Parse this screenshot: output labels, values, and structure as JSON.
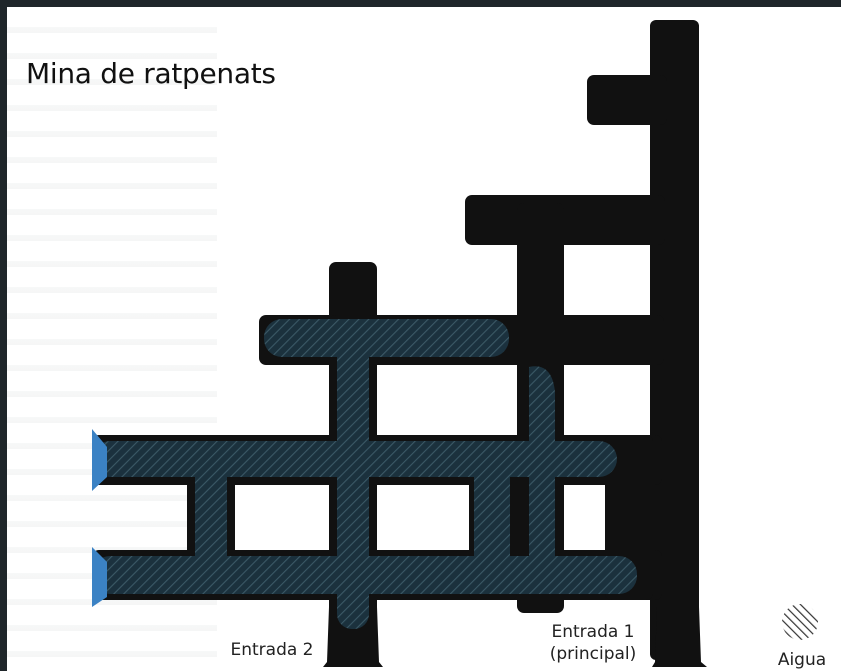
{
  "title": "Mina de ratpenats",
  "entrances": {
    "entrance_2": "Entrada 2",
    "entrance_1_line1": "Entrada 1",
    "entrance_1_line2": "(principal)"
  },
  "legend": {
    "water_label": "Aigua",
    "water_icon": "diagonal-hatch-icon"
  },
  "colors": {
    "tunnel": "#111111",
    "water": "#1c3340",
    "water_hatch": "#3e5d6b",
    "entrance_accent": "#3b82c4",
    "background": "#ffffff",
    "frame": "#1f262a"
  }
}
